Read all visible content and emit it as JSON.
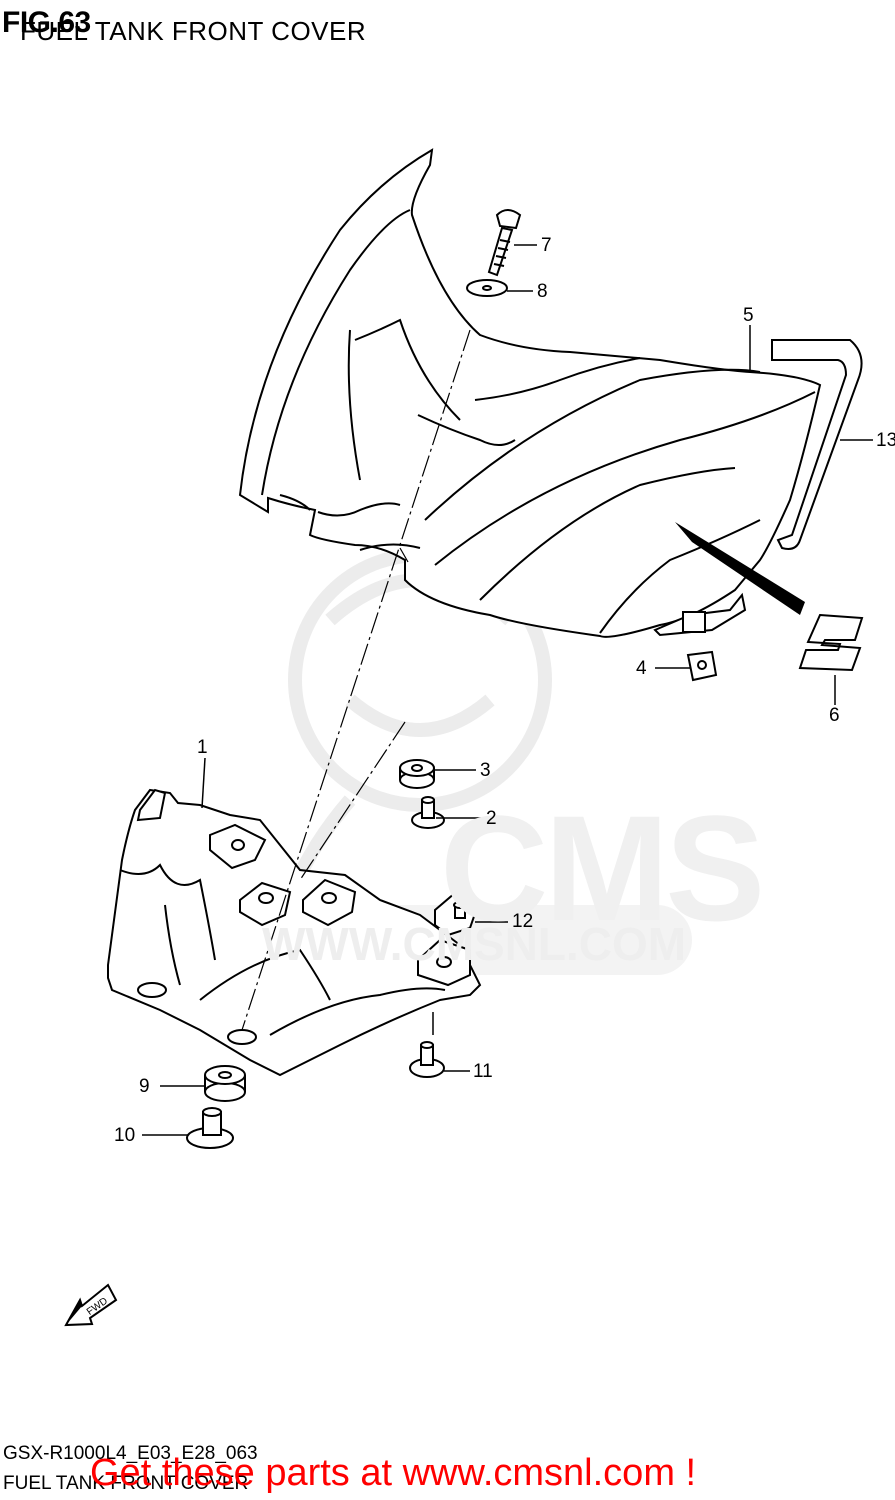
{
  "figure": {
    "title": "FIG.63",
    "subtitle": "FUEL TANK FRONT COVER"
  },
  "watermark": {
    "big_text": "CMS",
    "url_text": "WWW.CMSNL.COM"
  },
  "callouts": [
    {
      "id": "1",
      "label": "1"
    },
    {
      "id": "2",
      "label": "2"
    },
    {
      "id": "3",
      "label": "3"
    },
    {
      "id": "4",
      "label": "4"
    },
    {
      "id": "5",
      "label": "5"
    },
    {
      "id": "6",
      "label": "6"
    },
    {
      "id": "7",
      "label": "7"
    },
    {
      "id": "8",
      "label": "8"
    },
    {
      "id": "9",
      "label": "9"
    },
    {
      "id": "10",
      "label": "10"
    },
    {
      "id": "11",
      "label": "11"
    },
    {
      "id": "12",
      "label": "12"
    },
    {
      "id": "13",
      "label": "13"
    }
  ],
  "fwd_arrow": {
    "label": "FWD"
  },
  "footer": {
    "model_code": "GSX-R1000L4_E03_E28_063",
    "name": "FUEL TANK FRONT COVER",
    "promo": "Get these parts at www.cmsnl.com !"
  }
}
